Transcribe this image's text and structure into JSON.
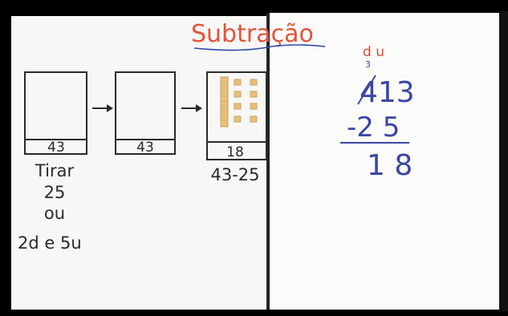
{
  "title": "Subtração",
  "boxes": [
    {
      "label": "43"
    },
    {
      "label": "43"
    },
    {
      "label": "18"
    }
  ],
  "expression": "43-25",
  "instructions": [
    "Tirar",
    "25",
    "ou",
    "2d e 5u"
  ],
  "vertical_subtraction": {
    "header": "d u",
    "borrow": "3",
    "top": "413",
    "subtrahend": "-2 5",
    "result": "1 8"
  },
  "colors": {
    "title": "#e2543a",
    "title_underline": "#2d4aa6",
    "board": "#fafafa",
    "marker": "#2a2a2a",
    "blue_ink": "#3a47a2",
    "red_ink": "#d94b3a",
    "frame": "#000000",
    "block": "#e8c079"
  }
}
